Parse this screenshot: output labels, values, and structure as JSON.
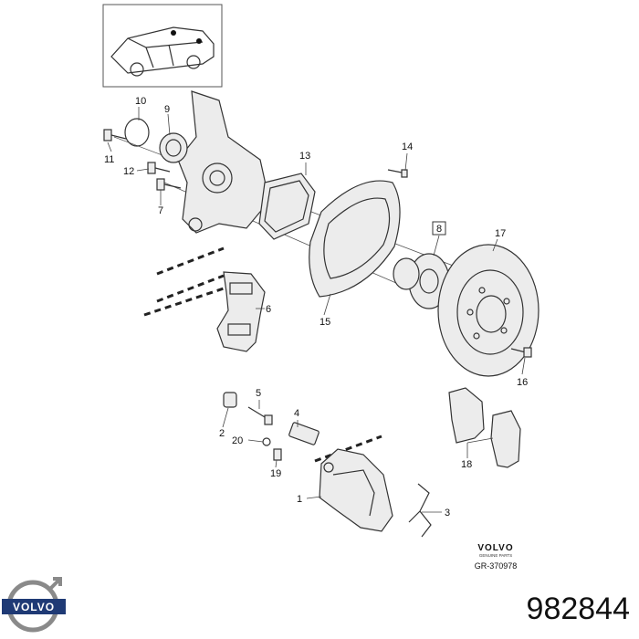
{
  "callouts": {
    "c1": "1",
    "c2": "2",
    "c3": "3",
    "c4": "4",
    "c5": "5",
    "c6": "6",
    "c7": "7",
    "c8": "8",
    "c9": "9",
    "c10": "10",
    "c11": "11",
    "c12": "12",
    "c13": "13",
    "c14": "14",
    "c15": "15",
    "c16": "16",
    "c17": "17",
    "c18": "18",
    "c19": "19",
    "c20": "20"
  },
  "stamp": {
    "brand": "VOLVO",
    "subtitle": "GENUINE PARTS",
    "code": "GR-370978"
  },
  "logo": {
    "text": "VOLVO"
  },
  "part_number": "982844",
  "colors": {
    "logo_blue": "#1f3a75",
    "line": "#333333"
  }
}
